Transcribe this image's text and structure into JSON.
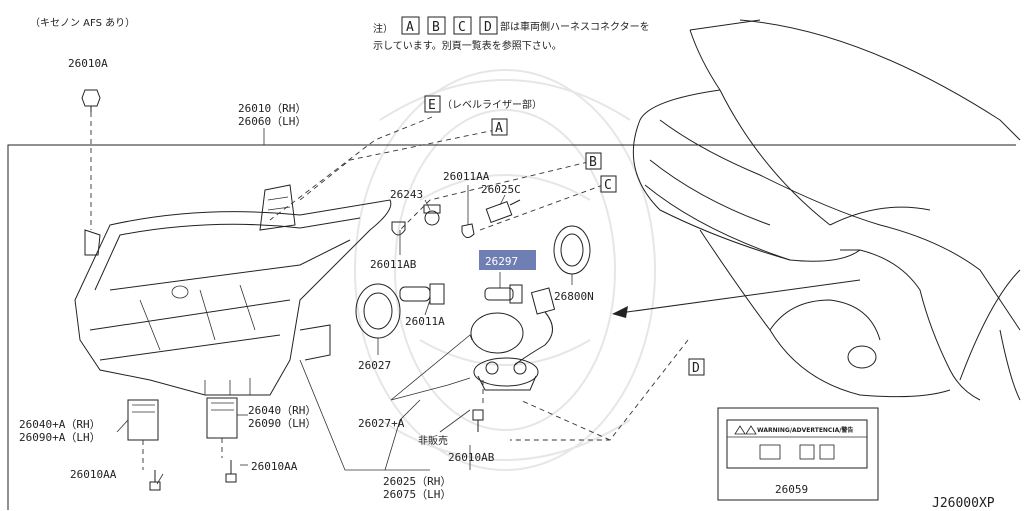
{
  "header": {
    "variant_note": "（キセノン AFS あり）",
    "note_prefix": "注）",
    "note_letters": [
      "A",
      "B",
      "C",
      "D"
    ],
    "note_line1": "部は車両側ハーネスコネクターを",
    "note_line2": "示しています。別頁一覧表を参照下さい。"
  },
  "letter_tags": {
    "e": "E",
    "e_text": "（レベルライザー部）",
    "a": "A",
    "b": "B",
    "c": "C",
    "d": "D"
  },
  "parts": {
    "p26010a": "26010A",
    "p26010_rh": "26010（RH）",
    "p26060_lh": "26060（LH）",
    "p26243": "26243",
    "p26011aa": "26011AA",
    "p26025c": "26025C",
    "p26297": "26297",
    "p26011ab": "26011AB",
    "p26800n": "26800N",
    "p26011a": "26011A",
    "p26027": "26027",
    "p26027a": "26027+A",
    "not_sold": "非販売",
    "p26010ab": "26010AB",
    "p26040a_rh": "26040+A（RH）",
    "p26090a_lh": "26090+A（LH）",
    "p26040_rh": "26040（RH）",
    "p26090_lh": "26090（LH）",
    "p26010aa_left": "26010AA",
    "p26010aa_right": "26010AA",
    "p26025_rh": "26025（RH）",
    "p26075_lh": "26075（LH）",
    "p26059": "26059"
  },
  "warning_label": {
    "title": "WARNING/ADVERTENCIA/警告"
  },
  "diagram_code": "J26000XP",
  "colors": {
    "highlight": "#6f7fb3",
    "line": "#222222"
  }
}
